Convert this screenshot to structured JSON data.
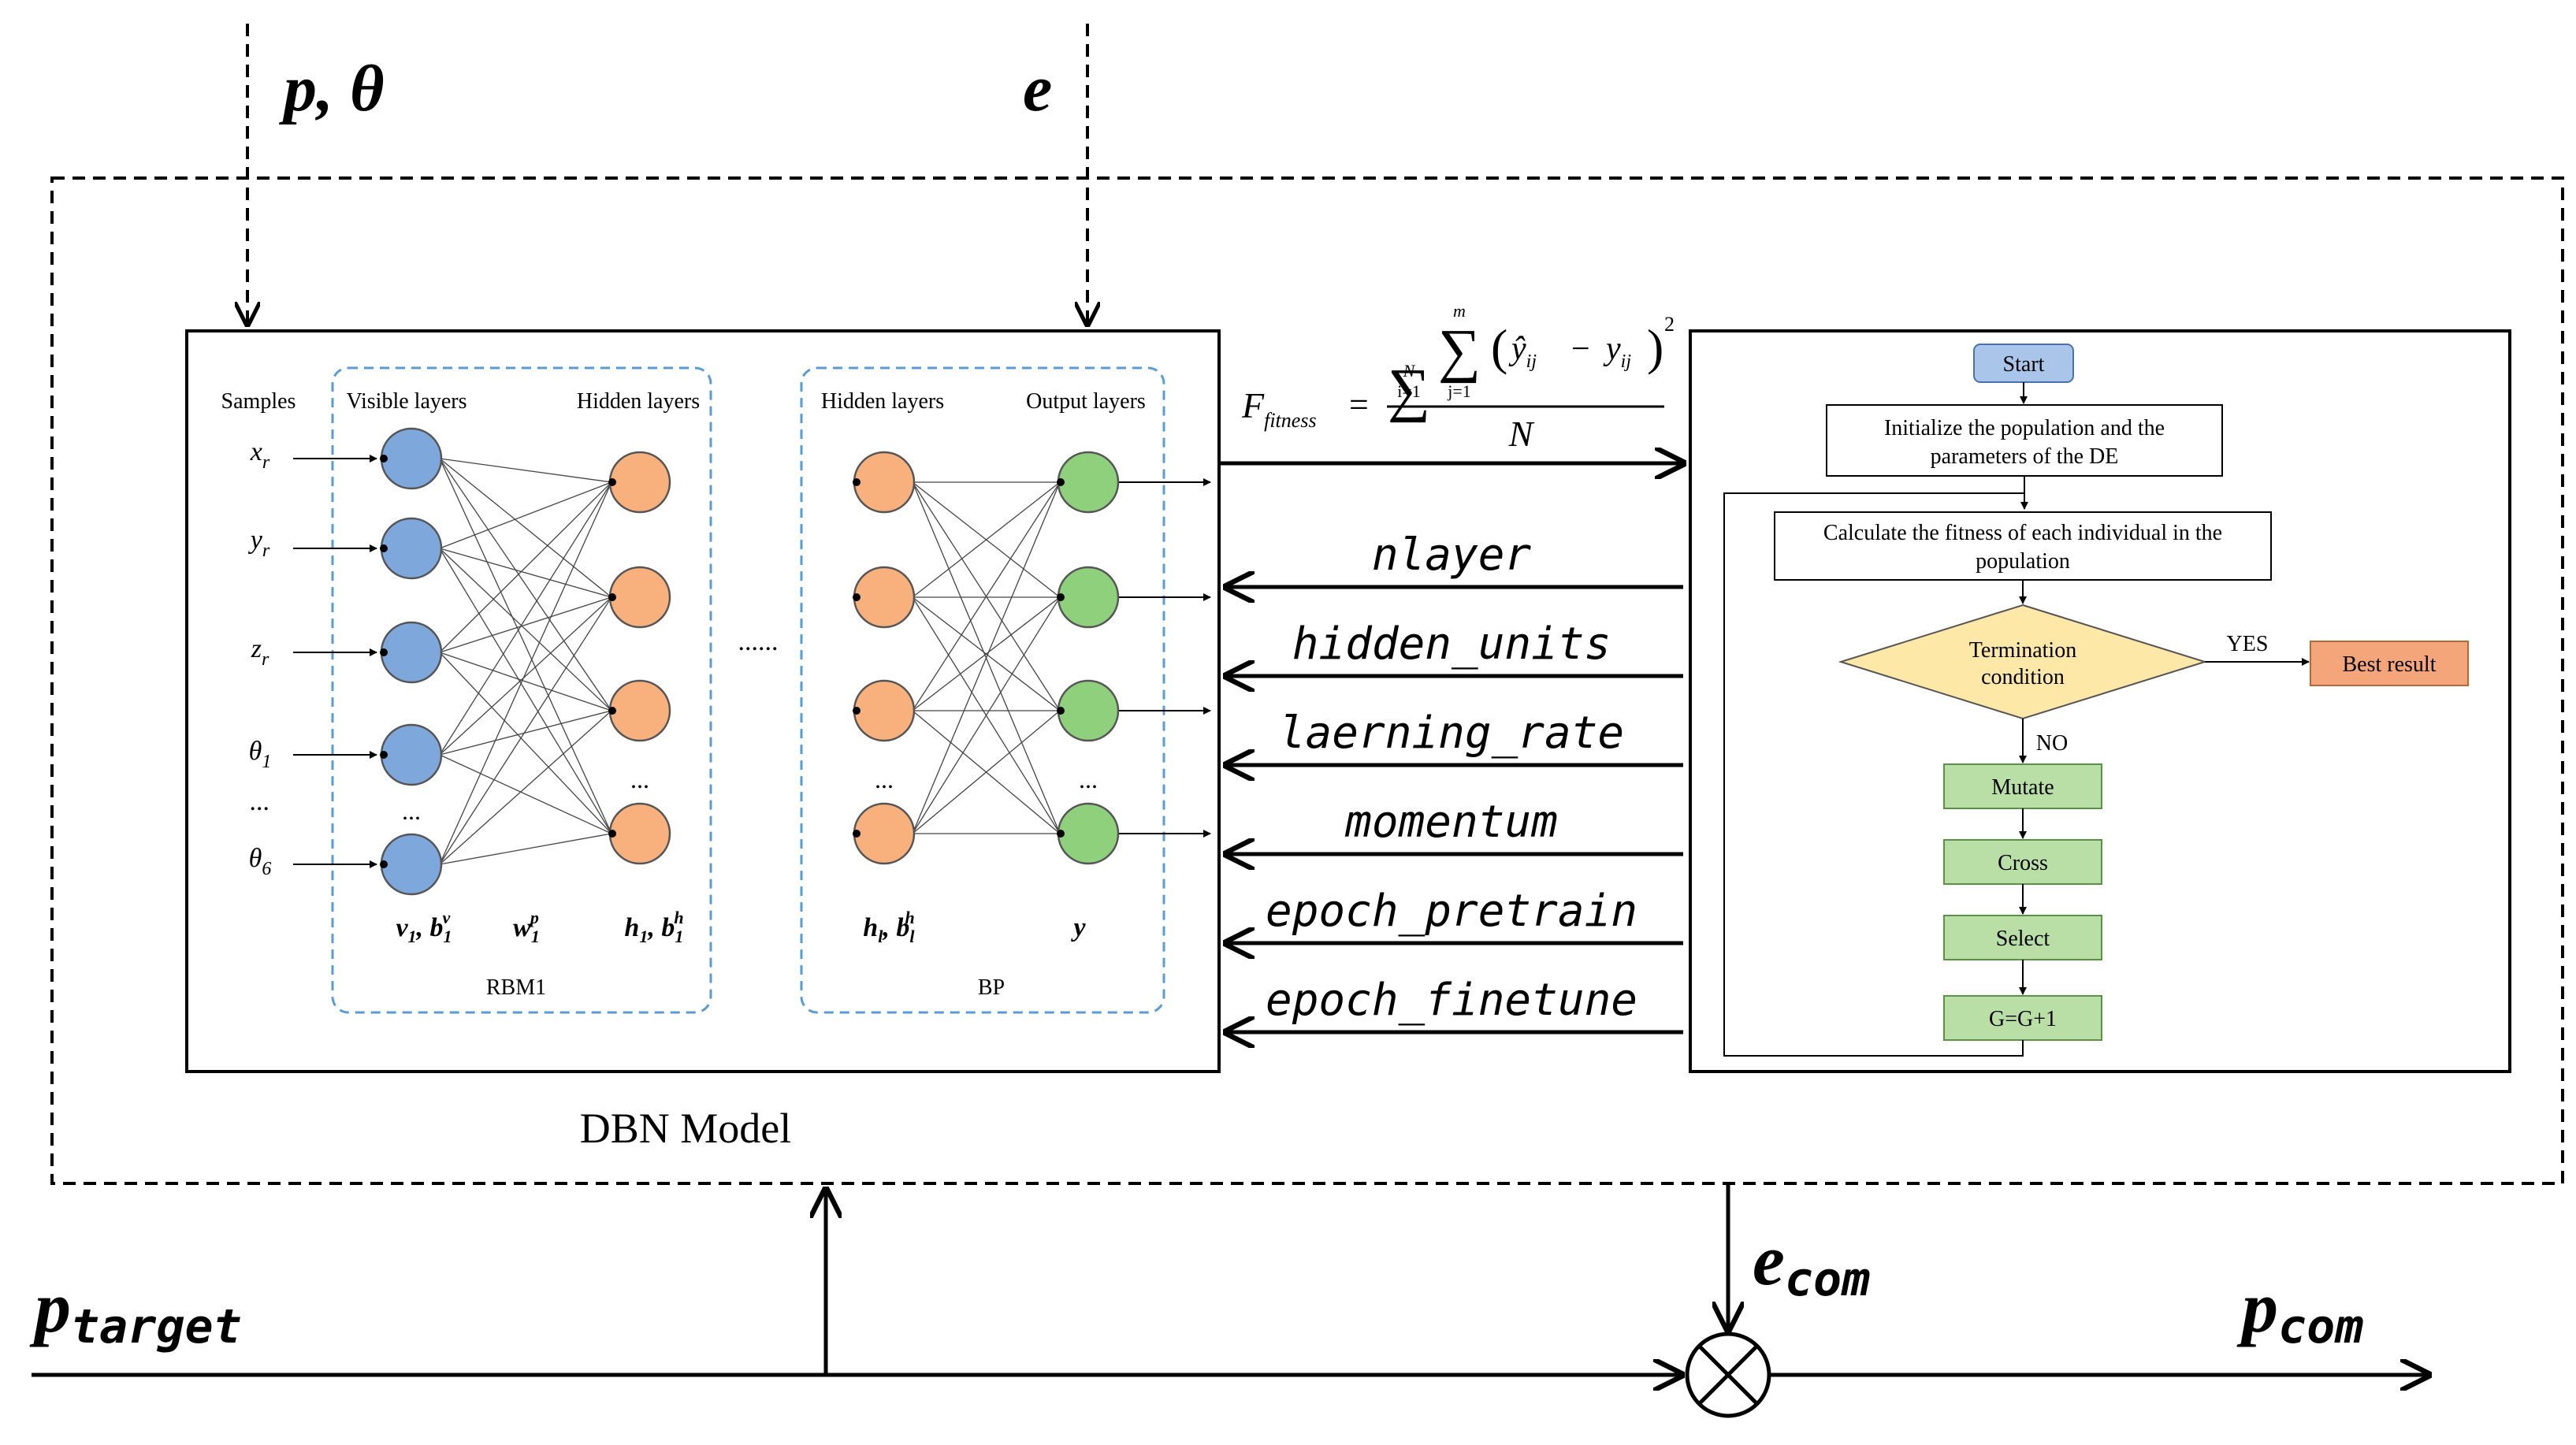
{
  "inputs": {
    "p_theta_prefix": "p, ",
    "p_theta_theta": "θ",
    "e": "e"
  },
  "dbn": {
    "caption": "DBN Model",
    "samples_header": "Samples",
    "visible_header": "Visible layers",
    "hidden_header_rbm": "Hidden layers",
    "hidden_header_bp": "Hidden layers",
    "output_header": "Output layers",
    "rbm_label": "RBM1",
    "bp_label": "BP",
    "gap_dots": "......",
    "ellipsis": "...",
    "samples": [
      {
        "base": "x",
        "sub": "r"
      },
      {
        "base": "y",
        "sub": "r"
      },
      {
        "base": "z",
        "sub": "r"
      },
      {
        "base": "θ",
        "sub": "1"
      },
      {
        "base": "...",
        "sub": ""
      },
      {
        "base": "θ",
        "sub": "6"
      }
    ],
    "vis_label": {
      "v": "v",
      "v_sub": "1",
      "b": ", b",
      "b_sub": "1",
      "b_sup": "v"
    },
    "w_label": {
      "w": "w",
      "w_sub": "1",
      "w_sup": "p"
    },
    "h1_label": {
      "h": "h",
      "h_sub": "1",
      "b": ", b",
      "b_sub": "1",
      "b_sup": "h"
    },
    "hl_label": {
      "h": "h",
      "h_sub": "l",
      "b": ", b",
      "b_sub": "l",
      "b_sup": "h"
    },
    "y_label": "y"
  },
  "fitness": {
    "F": "F",
    "F_sub": "fitness",
    "equals": "=",
    "sum": "∑",
    "sum_N_top": "N",
    "sum_N_bottom": "i=1",
    "sum_m_top": "m",
    "sum_m_bottom": "j=1",
    "yhat": "ŷ",
    "y": "y",
    "sub_ij": "ij",
    "minus": "−",
    "sq": "2",
    "denominator": "N"
  },
  "hyperparameters": [
    "nlayer",
    "hidden_units",
    "laerning_rate",
    "momentum",
    "epoch_pretrain",
    "epoch_finetune"
  ],
  "flowchart": {
    "start": "Start",
    "init_line1": "Initialize the population and the",
    "init_line2": "parameters of the DE",
    "calc_line1": "Calculate the fitness of each individual in the",
    "calc_line2": "population",
    "term_line1": "Termination",
    "term_line2": "condition",
    "yes": "YES",
    "no": "NO",
    "best": "Best result",
    "mutate": "Mutate",
    "cross": "Cross",
    "select": "Select",
    "gen": "G=G+1"
  },
  "signals": {
    "p_target_base": "p",
    "p_target_sub": "target",
    "e_com_base": "e",
    "e_com_sub": "com",
    "p_com_base": "p",
    "p_com_sub": "com"
  },
  "colors": {
    "visible_node": "#7ea7db",
    "hidden_node": "#f8b07c",
    "output_node": "#8fd07c",
    "start_box": "#a9c6ea",
    "decision": "#fde8a8",
    "best_result": "#f5a57a",
    "de_step": "#b9dfa7",
    "layer_frame": "#5b9bd5"
  }
}
